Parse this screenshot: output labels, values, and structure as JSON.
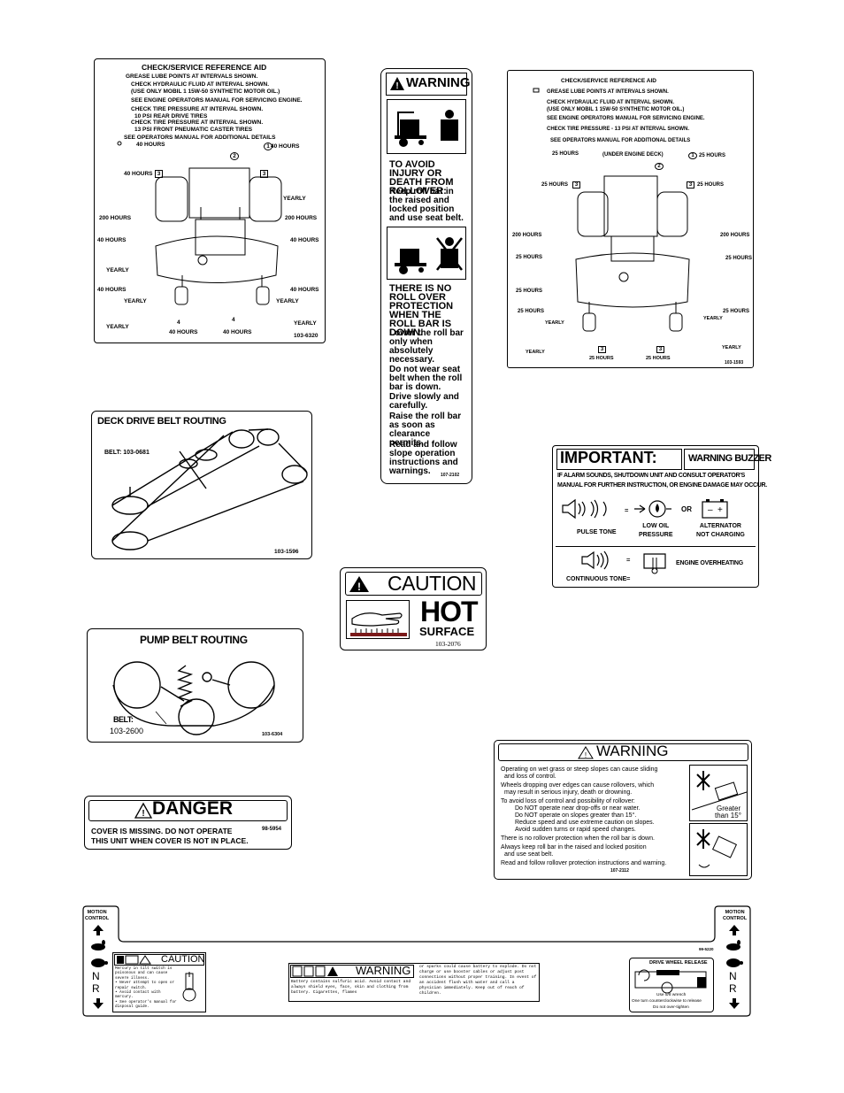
{
  "ref_aid_1": {
    "title": "CHECK/SERVICE REFERENCE AID",
    "legend": [
      "GREASE LUBE POINTS AT INTERVALS SHOWN.",
      "CHECK HYDRAULIC FLUID AT INTERVAL SHOWN.",
      "(USE ONLY MOBIL 1 15W-50 SYNTHETIC MOTOR OIL.)",
      "SEE ENGINE OPERATORS MANUAL FOR SERVICING ENGINE.",
      "CHECK TIRE PRESSURE AT INTERVAL SHOWN.",
      "10 PSI REAR DRIVE TIRES",
      "CHECK TIRE PRESSURE AT INTERVAL SHOWN.",
      "13 PSI FRONT PNEUMATIC CASTER TIRES",
      "SEE OPERATORS MANUAL FOR ADDITIONAL DETAILS"
    ],
    "labels": {
      "l1": "40 HOURS",
      "l2": "40 HOURS",
      "l3": "40 HOURS",
      "l4": "YEARLY",
      "l5": "200 HOURS",
      "l6": "200 HOURS",
      "l7": "40 HOURS",
      "l8": "40 HOURS",
      "l9": "YEARLY",
      "l10": "40 HOURS",
      "l11": "40 HOURS",
      "l12": "YEARLY",
      "l13": "YEARLY",
      "l14": "YEARLY",
      "l15": "YEARLY",
      "l16": "40 HOURS",
      "l17": "40 HOURS"
    },
    "markers": {
      "m1": "1",
      "m2": "2",
      "m3": "3",
      "m4": "3",
      "m5": "4",
      "m6": "4"
    },
    "part": "103-6320"
  },
  "warning_tall": {
    "header": "WARNING",
    "avoid": "TO AVOID INJURY OR DEATH FROM ROLLOVER:",
    "keep": "Keep roll bar in the raised and locked position and use seat belt.",
    "no_protection": "THERE IS NO ROLL OVER PROTECTION WHEN THE ROLL BAR IS DOWN.",
    "lower": "Lower the roll bar only when absolutely necessary.",
    "no_belt": "Do not wear seat belt when the roll bar is down.",
    "drive": "Drive slowly and carefully.",
    "raise": "Raise the roll bar as soon as clearance permits.",
    "read": "Read and follow slope operation instructions and warnings.",
    "part": "107-2102"
  },
  "ref_aid_2": {
    "title": "CHECK/SERVICE REFERENCE AID",
    "legend": [
      "GREASE LUBE POINTS AT INTERVALS SHOWN.",
      "CHECK HYDRAULIC FLUID AT INTERVAL SHOWN.",
      "(USE ONLY MOBIL 1 15W-50 SYNTHETIC MOTOR OIL.)",
      "SEE ENGINE OPERATORS MANUAL FOR SERVICING ENGINE.",
      "CHECK TIRE PRESSURE - 13 PSI AT INTERVAL SHOWN.",
      "SEE OPERATORS MANUAL FOR ADDITIONAL DETAILS"
    ],
    "labels": {
      "l1": "25 HOURS",
      "l2": "(UNDER ENGINE DECK)",
      "l3": "25 HOURS",
      "l4": "25 HOURS",
      "l5": "25 HOURS",
      "l6": "200 HOURS",
      "l7": "200 HOURS",
      "l8": "25 HOURS",
      "l9": "25 HOURS",
      "l10": "25 HOURS",
      "l11": "25 HOURS",
      "l12": "25 HOURS",
      "l13": "YEARLY",
      "l14": "YEARLY",
      "l15": "YEARLY",
      "l16": "YEARLY",
      "l17": "25 HOURS",
      "l18": "25 HOURS"
    },
    "markers": {
      "m1": "1",
      "m2": "2",
      "m3": "3",
      "m4": "3",
      "m5": "3",
      "m6": "3"
    },
    "part": "103-1593"
  },
  "deck_belt": {
    "title": "DECK DRIVE BELT ROUTING",
    "belt": "BELT: 103-0681",
    "part": "103-1596"
  },
  "important": {
    "title": "IMPORTANT:",
    "subtitle": "WARNING BUZZER",
    "text1": "IF ALARM SOUNDS, SHUTDOWN UNIT AND CONSULT OPERATOR'S",
    "text2": "MANUAL FOR FURTHER INSTRUCTION, OR ENGINE DAMAGE MAY OCCUR.",
    "eq1": "=",
    "or": "OR",
    "eq2": "=",
    "eq3": "=",
    "pulse": "PULSE TONE",
    "low_oil": "LOW OIL\nPRESSURE",
    "alternator": "ALTERNATOR\nNOT CHARGING",
    "continuous": "CONTINUOUS TONE",
    "overheat": "ENGINE OVERHEATING"
  },
  "caution_hot": {
    "header": "CAUTION",
    "hot": "HOT",
    "surface": "SURFACE",
    "part": "103-2076"
  },
  "pump_belt": {
    "title": "PUMP BELT ROUTING",
    "belt": "BELT:",
    "belt_no": "103-2600",
    "part": "103-6304"
  },
  "danger": {
    "header": "DANGER",
    "line1": "COVER IS MISSING. DO NOT OPERATE",
    "line2": "THIS UNIT WHEN COVER IS NOT IN PLACE.",
    "part": "98-5954"
  },
  "warning_wide": {
    "header": "WARNING",
    "items": [
      "Operating on wet grass or steep slopes can cause sliding",
      "and loss of control.",
      "Wheels dropping over edges can cause rollovers, which",
      "may result in serious injury, death or drowning.",
      "To avoid loss of control and possibility of rollover:",
      "Do NOT operate near drop-offs or near water.",
      "Do NOT operate on slopes greater than 15°.",
      "Reduce speed and use extreme caution on slopes.",
      "Avoid sudden turns or rapid speed changes.",
      "There is no rollover protection when the roll bar is down.",
      "Always keep roll bar in the raised and locked position",
      "and use seat belt.",
      "Read and follow rollover protection instructions and warning."
    ],
    "greater": "Greater",
    "than": "than 15°",
    "part": "107-2112"
  },
  "control_panel": {
    "motion_left": "MOTION\nCONTROL",
    "motion_right": "MOTION\nCONTROL",
    "n_left": "N",
    "r_left": "R",
    "n_right": "N",
    "r_right": "R",
    "part": "99-5220",
    "caution": {
      "header": "CAUTION",
      "text": "Mercury in tilt switch is poisonous and can cause severe illness.\n• Never attempt to open or repair switch.\n• Avoid contact with mercury.\n• See operator's manual for disposal guide."
    },
    "battery_warning": {
      "header": "WARNING",
      "left": "Battery contains sulfuric acid. Avoid contact and always shield eyes, face, skin and clothing from battery. Cigarettes, flames",
      "right": "or sparks could cause battery to explode. Do not charge or use booster cables or adjust post connections without proper training. In event of an accident flush with water and call a physician immediately. Keep out of reach of children."
    },
    "drive_release": {
      "title": "DRIVE WHEEL RELEASE",
      "l1": "Use 5/8 wrench",
      "l2": "One turn counterclockwise to release",
      "l3": "Do not over-tighten"
    }
  }
}
